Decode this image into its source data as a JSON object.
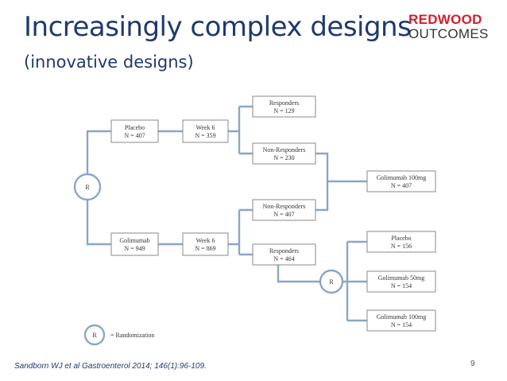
{
  "slide": {
    "title": "Increasingly complex designs",
    "subtitle": "(innovative designs)",
    "citation": "Sandborn WJ et al Gastroenterol 2014; 146(1):96-109.",
    "page_number": "9"
  },
  "logo": {
    "line1": "REDWOOD",
    "line2": "OUTCOMES",
    "colors": {
      "line1": "#d21f2a",
      "line2": "#333333"
    }
  },
  "diagram": {
    "randomize_symbol": "R",
    "boxes": {
      "placebo": [
        "Placebo",
        "N = 407"
      ],
      "golimumab": [
        "Golimumab",
        "N = 949"
      ],
      "week6_top": [
        "Week 6",
        "N = 359"
      ],
      "week6_bottom": [
        "Week 6",
        "N = 869"
      ],
      "responders_top": [
        "Responders",
        "N = 129"
      ],
      "nonresponders_top": [
        "Non-Responders",
        "N = 230"
      ],
      "nonresponders_bottom": [
        "Non-Responders",
        "N = 407"
      ],
      "responders_bottom": [
        "Responders",
        "N = 464"
      ],
      "golimumab_100_right": [
        "Golimumab 100mg",
        "N = 407"
      ],
      "placebo_rand": [
        "Placebo",
        "N = 156"
      ],
      "golimumab_50": [
        "Golimumab 50mg",
        "N = 154"
      ],
      "golimumab_100_rand": [
        "Golimumab 100mg",
        "N = 154"
      ]
    },
    "legend": {
      "symbol": "R",
      "label": "= Randomization"
    },
    "connector_color": "#8aa6c8"
  }
}
